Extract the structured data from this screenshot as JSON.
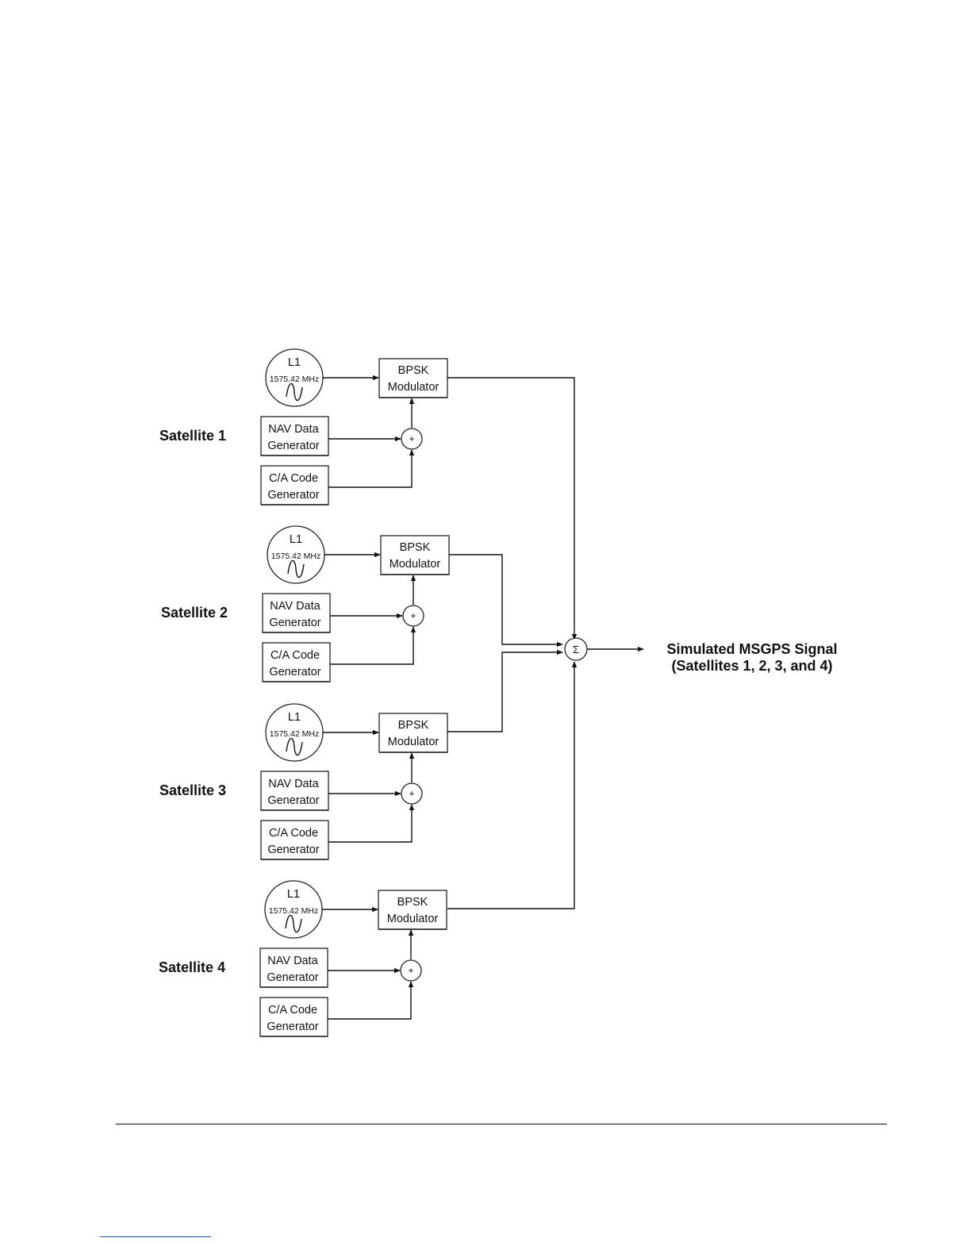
{
  "diagram": {
    "satellites": [
      {
        "label": "Satellite 1",
        "osc_name": "L1",
        "osc_freq": "1575.42 MHz",
        "modulator_line1": "BPSK",
        "modulator_line2": "Modulator",
        "nav_line1": "NAV Data",
        "nav_line2": "Generator",
        "ca_line1": "C/A Code",
        "ca_line2": "Generator",
        "adder": "+"
      },
      {
        "label": "Satellite 2",
        "osc_name": "L1",
        "osc_freq": "1575.42 MHz",
        "modulator_line1": "BPSK",
        "modulator_line2": "Modulator",
        "nav_line1": "NAV Data",
        "nav_line2": "Generator",
        "ca_line1": "C/A Code",
        "ca_line2": "Generator",
        "adder": "+"
      },
      {
        "label": "Satellite 3",
        "osc_name": "L1",
        "osc_freq": "1575.42 MHz",
        "modulator_line1": "BPSK",
        "modulator_line2": "Modulator",
        "nav_line1": "NAV Data",
        "nav_line2": "Generator",
        "ca_line1": "C/A Code",
        "ca_line2": "Generator",
        "adder": "+"
      },
      {
        "label": "Satellite 4",
        "osc_name": "L1",
        "osc_freq": "1575.42 MHz",
        "modulator_line1": "BPSK",
        "modulator_line2": "Modulator",
        "nav_line1": "NAV Data",
        "nav_line2": "Generator",
        "ca_line1": "C/A Code",
        "ca_line2": "Generator",
        "adder": "+"
      }
    ],
    "summer_symbol": "Σ",
    "output_line1": "Simulated MSGPS Signal",
    "output_line2": "(Satellites 1, 2, 3, and 4)"
  }
}
